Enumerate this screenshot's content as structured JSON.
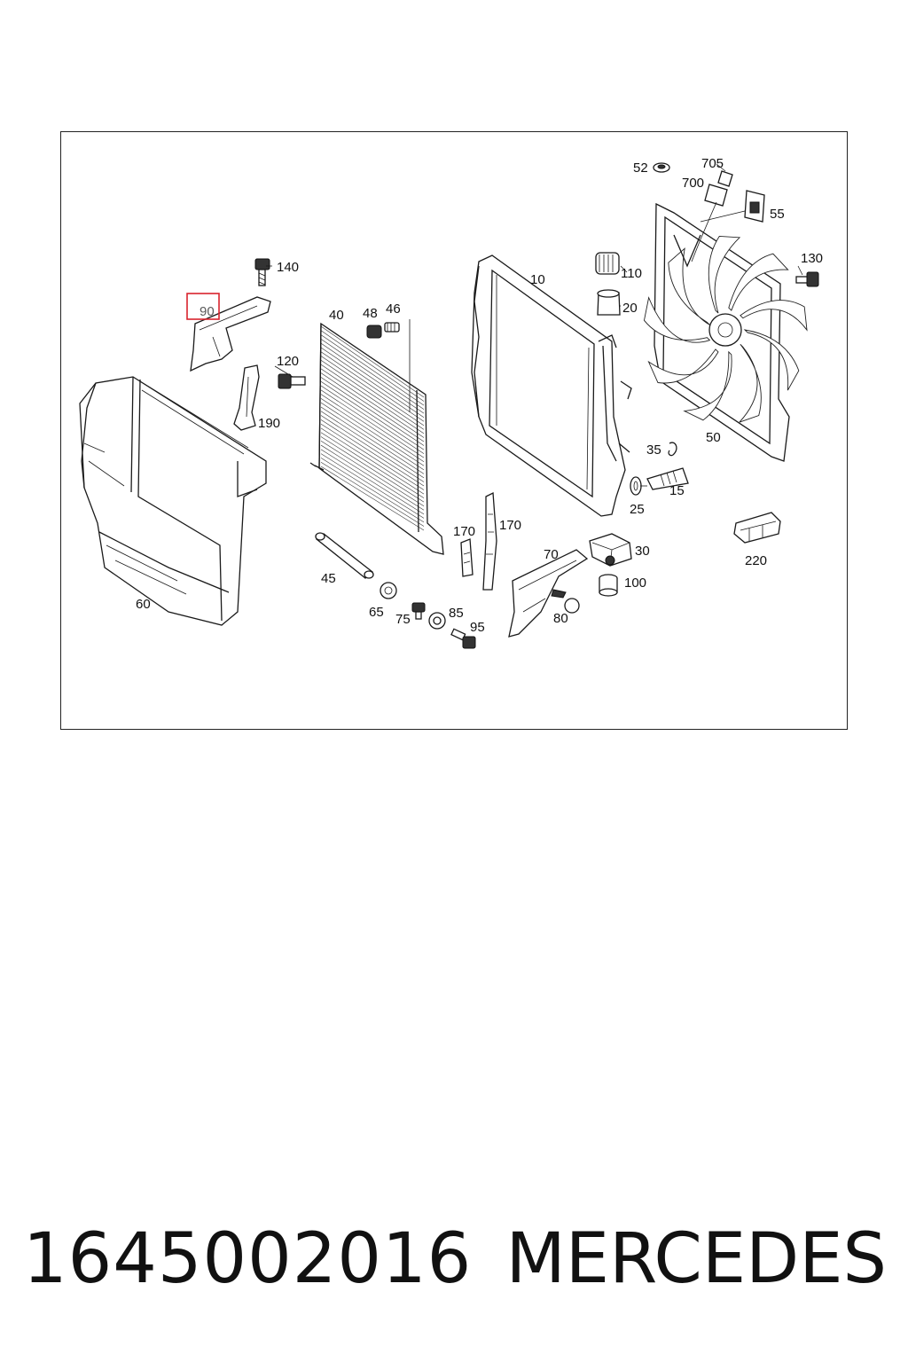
{
  "callouts": [
    {
      "id": "52",
      "text": "52"
    },
    {
      "id": "705",
      "text": "705"
    },
    {
      "id": "700",
      "text": "700"
    },
    {
      "id": "55",
      "text": "55"
    },
    {
      "id": "140",
      "text": "140"
    },
    {
      "id": "110",
      "text": "110"
    },
    {
      "id": "10",
      "text": "10"
    },
    {
      "id": "130",
      "text": "130"
    },
    {
      "id": "90",
      "text": "90"
    },
    {
      "id": "40",
      "text": "40"
    },
    {
      "id": "48",
      "text": "48"
    },
    {
      "id": "46",
      "text": "46"
    },
    {
      "id": "20",
      "text": "20"
    },
    {
      "id": "120",
      "text": "120"
    },
    {
      "id": "190",
      "text": "190"
    },
    {
      "id": "35",
      "text": "35"
    },
    {
      "id": "50",
      "text": "50"
    },
    {
      "id": "15",
      "text": "15"
    },
    {
      "id": "25",
      "text": "25"
    },
    {
      "id": "170a",
      "text": "170"
    },
    {
      "id": "170b",
      "text": "170"
    },
    {
      "id": "70",
      "text": "70"
    },
    {
      "id": "30",
      "text": "30"
    },
    {
      "id": "220",
      "text": "220"
    },
    {
      "id": "45",
      "text": "45"
    },
    {
      "id": "100",
      "text": "100"
    },
    {
      "id": "60",
      "text": "60"
    },
    {
      "id": "65",
      "text": "65"
    },
    {
      "id": "85",
      "text": "85"
    },
    {
      "id": "75",
      "text": "75"
    },
    {
      "id": "80",
      "text": "80"
    },
    {
      "id": "95",
      "text": "95"
    }
  ],
  "highlighted_callout": "90",
  "highlight_color": "#d9232d",
  "footer": {
    "part_number": "1645002016",
    "brand": "MERCEDES"
  }
}
